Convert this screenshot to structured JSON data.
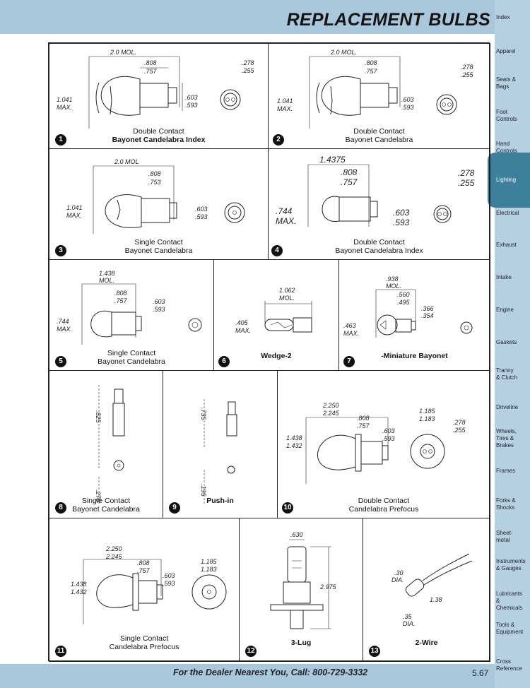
{
  "header": {
    "title": "REPLACEMENT BULBS"
  },
  "sidebar": {
    "items": [
      {
        "label": "Index"
      },
      {
        "label": "Apparel"
      },
      {
        "label": "Seats & Bags"
      },
      {
        "label": "Foot Controls"
      },
      {
        "label": "Hand Controls"
      },
      {
        "label": "Lighting"
      },
      {
        "label": "Electrical"
      },
      {
        "label": "Exhaust"
      },
      {
        "label": "Intake"
      },
      {
        "label": "Engine"
      },
      {
        "label": "Gaskets"
      },
      {
        "label": "Tranny & Clutch"
      },
      {
        "label": "Driveline"
      },
      {
        "label": "Wheels, Tires & Brakes"
      },
      {
        "label": "Frames"
      },
      {
        "label": "Forks & Shocks"
      },
      {
        "label": "Sheet-metal"
      },
      {
        "label": "Instruments & Gauges"
      },
      {
        "label": "Lubricants & Chemicals"
      },
      {
        "label": "Tools & Equipment"
      },
      {
        "label": "Cross Reference"
      }
    ],
    "active": "Lighting"
  },
  "footer": {
    "text": "For the Dealer Nearest You, Call: 800-729-3332",
    "page": "5.67"
  },
  "bulbs": [
    {
      "number": "1",
      "line1": "Double Contact",
      "line2": "Bayonet Candelabra Index",
      "dims": {
        "overall": "2.0 MOL.",
        "base_top": ".808",
        "base_bot": ".757",
        "dia": "1.041",
        "dia_unit": "MAX.",
        "pin_top": ".603",
        "pin_bot": ".593",
        "end_top": ".278",
        "end_bot": ".255"
      }
    },
    {
      "number": "2",
      "line1": "Double Contact",
      "line2": "Bayonet Candelabra",
      "dims": {
        "overall": "2.0 MOL.",
        "base_top": ".808",
        "base_bot": ".757",
        "dia": "1.041",
        "dia_unit": "MAX.",
        "pin_top": ".603",
        "pin_bot": ".593",
        "end_top": ".278",
        "end_bot": ".255"
      }
    },
    {
      "number": "3",
      "line1": "Single Contact",
      "line2": "Bayonet Candelabra",
      "dims": {
        "overall": "2.0 MOL",
        "base_top": ".808",
        "base_bot": ".753",
        "dia": "1.041",
        "dia_unit": "MAX.",
        "pin_top": ".603",
        "pin_bot": ".593"
      }
    },
    {
      "number": "4",
      "line1": "Double Contact",
      "line2": "Bayonet Candelabra Index",
      "dims": {
        "overall": "1.4375",
        "base_top": ".808",
        "base_bot": ".757",
        "dia": ".744",
        "dia_unit": "MAX.",
        "pin_top": ".603",
        "pin_bot": ".593",
        "end_top": ".278",
        "end_bot": ".255"
      }
    },
    {
      "number": "5",
      "line1": "Single Contact",
      "line2": "Bayonet Candelabra",
      "dims": {
        "overall": "1.438",
        "overall_unit": "MOL.",
        "base_top": ".808",
        "base_bot": ".757",
        "dia": ".744",
        "dia_unit": "MAX.",
        "pin_top": ".603",
        "pin_bot": ".593"
      }
    },
    {
      "number": "6",
      "line1": "Wedge-2",
      "dims": {
        "overall": "1.062",
        "overall_unit": "MOL.",
        "dia": ".405",
        "dia_unit": "MAX."
      }
    },
    {
      "number": "7",
      "line1": "-Miniature Bayonet",
      "dims": {
        "overall": ".938",
        "overall_unit": "MOL.",
        "base_top": ".560",
        "base_bot": ".495",
        "dia": ".463",
        "dia_unit": "MAX.",
        "pin_top": ".366",
        "pin_bot": ".354"
      }
    },
    {
      "number": "8",
      "line1": "Single Contact",
      "line2": "Bayonet Candelabra",
      "dims": {
        "length": ".825",
        "dia": ".275"
      }
    },
    {
      "number": "9",
      "line1": "Push-in",
      "dims": {
        "length": ".735",
        "dia": ".195"
      }
    },
    {
      "number": "10",
      "line1": "Double Contact",
      "line2": "Candelabra Prefocus",
      "dims": {
        "overall_top": "2.250",
        "overall_bot": "2.245",
        "base_top": ".808",
        "base_bot": ".757",
        "dia_top": "1.438",
        "dia_bot": "1.432",
        "pin_top": ".603",
        "pin_bot": ".593",
        "flange_top": "1.185",
        "flange_bot": "1.183",
        "end_top": ".278",
        "end_bot": ".255"
      }
    },
    {
      "number": "11",
      "line1": "Single Contact",
      "line2": "Candelabra Prefocus",
      "dims": {
        "overall_top": "2.250",
        "overall_bot": "2.245",
        "base_top": ".808",
        "base_bot": ".757",
        "dia_top": "1.438",
        "dia_bot": "1.432",
        "pin_top": ".603",
        "pin_bot": ".593",
        "flange_top": "1.185",
        "flange_bot": "1.183"
      }
    },
    {
      "number": "12",
      "line1": "3-Lug",
      "dims": {
        "top": ".630",
        "length": "2.975"
      }
    },
    {
      "number": "13",
      "line1": "2-Wire",
      "dims": {
        "dia": ".30",
        "dia_unit": "DIA.",
        "wire": "1.38",
        "base": ".35",
        "base_unit": "DIA."
      }
    }
  ]
}
